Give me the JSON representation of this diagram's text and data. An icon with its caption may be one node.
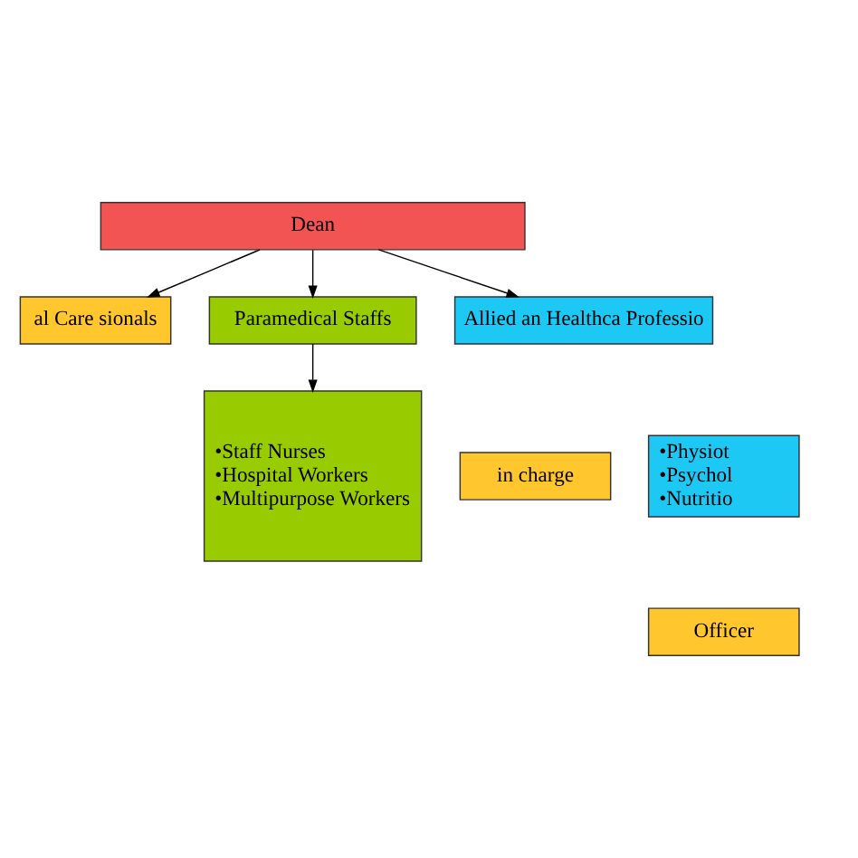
{
  "diagram": {
    "nodes": [
      {
        "text": [
          "Dean"
        ]
      },
      {
        "text": [
          "al Care sionals"
        ]
      },
      {
        "text": [
          "Paramedical Staffs"
        ]
      },
      {
        "text": [
          "Allied an Healthca Professio"
        ]
      },
      {
        "text": [
          "in charge"
        ]
      },
      {
        "text": [
          "•Staff Nurses",
          "•Hospital Workers",
          "•Multipurpose Workers"
        ]
      },
      {
        "text": [
          "•Physiot",
          "•Psychol",
          "•Nutritio"
        ]
      },
      {
        "text": [
          "Officer"
        ]
      }
    ],
    "edges": [
      {
        "from": 0,
        "to": 1,
        "arrow": "to"
      },
      {
        "from": 0,
        "to": 2,
        "arrow": "to"
      },
      {
        "from": 0,
        "to": 3,
        "arrow": "to"
      },
      {
        "from": 2,
        "to": 5,
        "arrow": "to"
      }
    ]
  }
}
